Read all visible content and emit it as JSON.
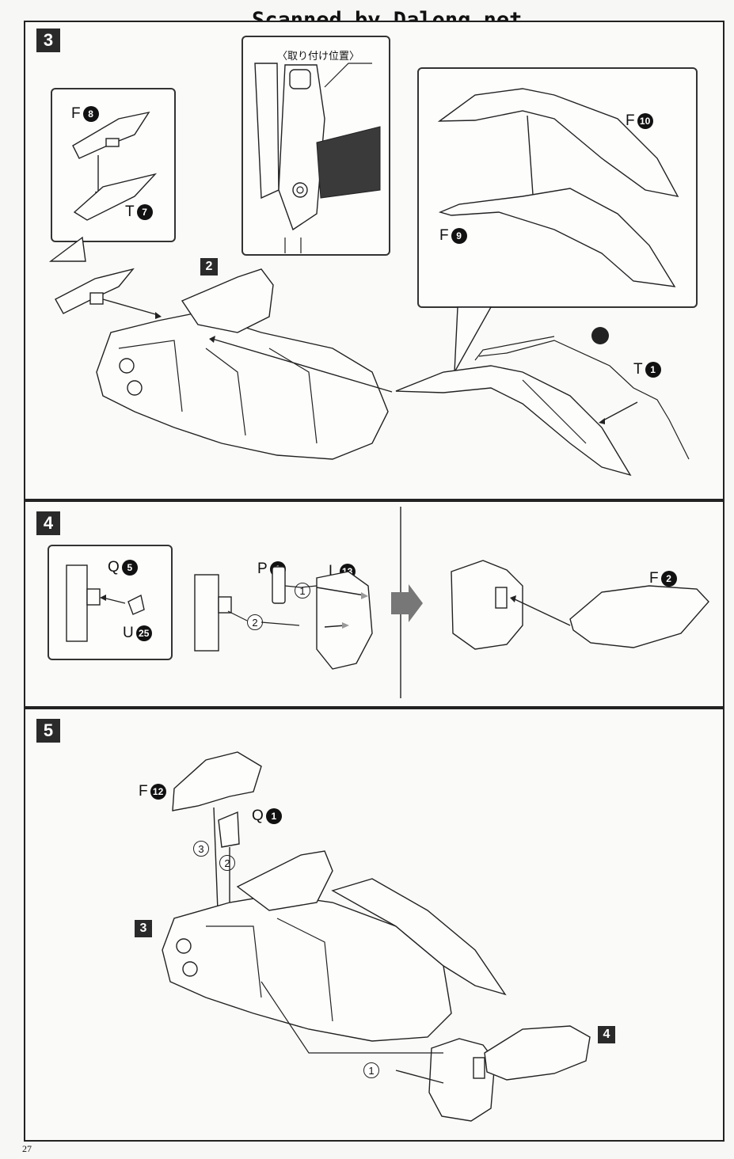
{
  "watermark": "Scanned by Dalong.net",
  "page_number": "27",
  "steps": {
    "step3": {
      "number": "3",
      "caption": "〈取り付け位置〉",
      "sub_step_ref": "2",
      "parts": {
        "f8": {
          "letter": "F",
          "num": "8"
        },
        "t7": {
          "letter": "T",
          "num": "7"
        },
        "f10": {
          "letter": "F",
          "num": "10"
        },
        "f9": {
          "letter": "F",
          "num": "9"
        },
        "t1": {
          "letter": "T",
          "num": "1"
        }
      }
    },
    "step4": {
      "number": "4",
      "parts": {
        "q5": {
          "letter": "Q",
          "num": "5"
        },
        "u25": {
          "letter": "U",
          "num": "25"
        },
        "p1": {
          "letter": "P",
          "num": "1"
        },
        "l13": {
          "letter": "L",
          "num": "13"
        },
        "f2": {
          "letter": "F",
          "num": "2"
        }
      },
      "order": [
        "1",
        "2"
      ]
    },
    "step5": {
      "number": "5",
      "parts": {
        "f12": {
          "letter": "F",
          "num": "12"
        },
        "q1": {
          "letter": "Q",
          "num": "1"
        }
      },
      "order": [
        "3",
        "2",
        "1"
      ],
      "refs": {
        "left": "3",
        "right": "4"
      }
    }
  }
}
